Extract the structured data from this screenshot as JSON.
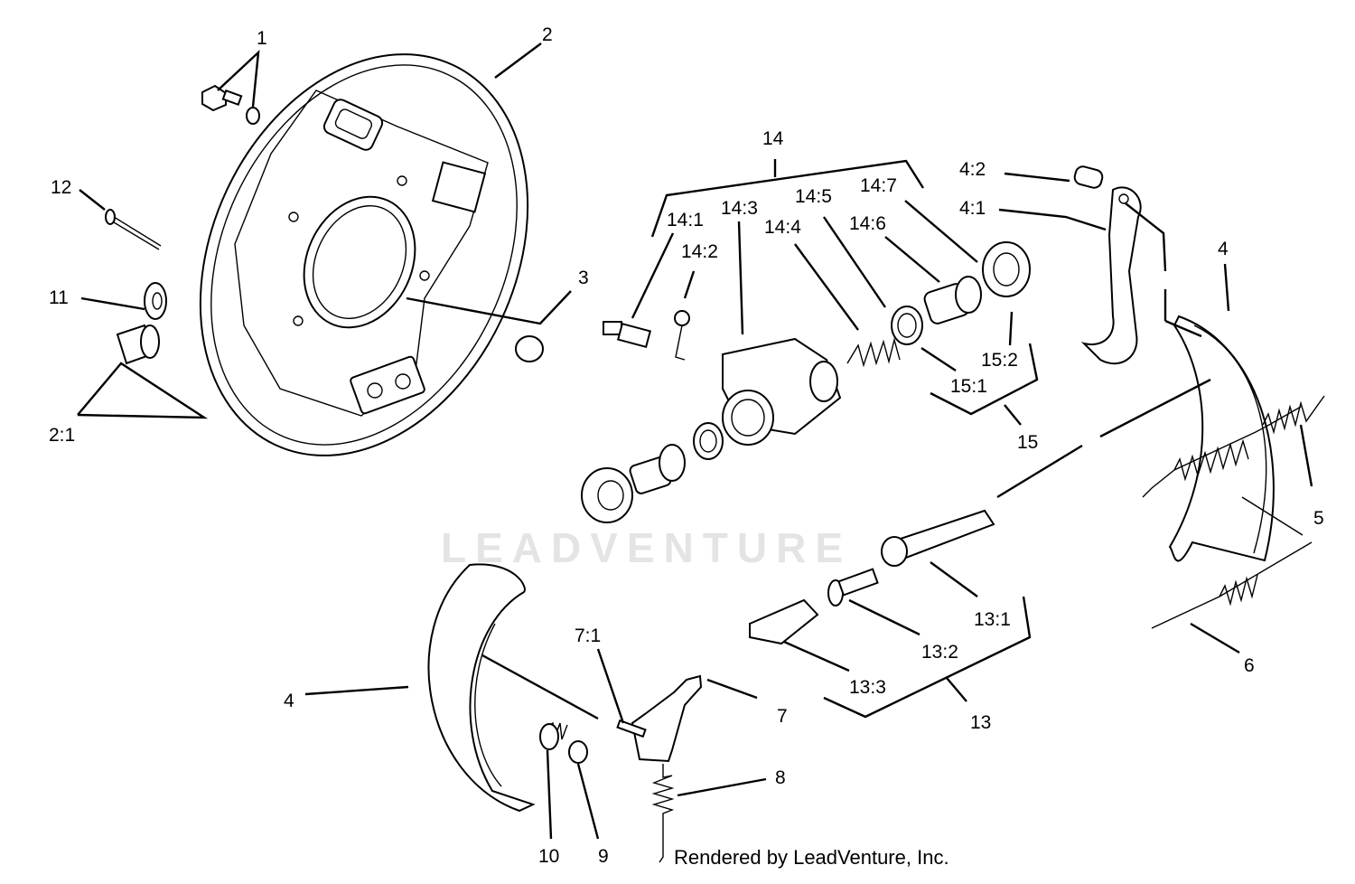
{
  "diagram": {
    "watermark": "LEADVENTURE",
    "footer": "Rendered by LeadVenture, Inc.",
    "callouts": [
      "1",
      "2",
      "2:1",
      "3",
      "4",
      "4",
      "4:1",
      "4:2",
      "5",
      "6",
      "7",
      "7:1",
      "8",
      "9",
      "10",
      "11",
      "12",
      "13",
      "13:1",
      "13:2",
      "13:3",
      "14",
      "14:1",
      "14:2",
      "14:3",
      "14:4",
      "14:5",
      "14:6",
      "14:7",
      "15",
      "15:1",
      "15:2"
    ]
  }
}
